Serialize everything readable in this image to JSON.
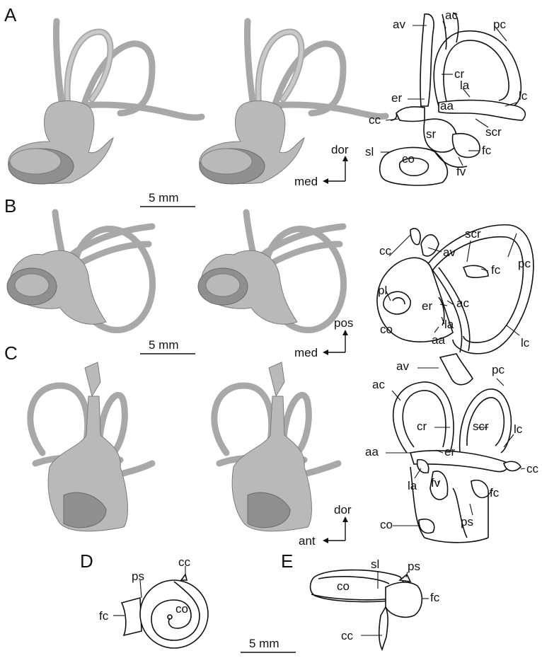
{
  "panels": {
    "A": {
      "letter": "A",
      "scale": "5 mm",
      "axes": {
        "up": "dor",
        "side": "med"
      },
      "labels": {
        "av": "av",
        "ac": "ac",
        "pc": "pc",
        "cr": "cr",
        "er": "er",
        "la": "la",
        "aa": "aa",
        "lc": "lc",
        "cc": "cc",
        "scr": "scr",
        "sr": "sr",
        "fc": "fc",
        "sl": "sl",
        "co": "co",
        "fv": "fv"
      }
    },
    "B": {
      "letter": "B",
      "scale": "5 mm",
      "axes": {
        "up": "pos",
        "side": "med"
      },
      "labels": {
        "scr": "scr",
        "cc": "cc",
        "av": "av",
        "pc": "pc",
        "fc": "fc",
        "pl": "pl",
        "er": "er",
        "ac": "ac",
        "co": "co",
        "la": "la",
        "aa": "aa",
        "lc": "lc"
      }
    },
    "C": {
      "letter": "C",
      "axes": {
        "up": "dor",
        "side": "ant"
      },
      "labels": {
        "av": "av",
        "pc": "pc",
        "ac": "ac",
        "cr": "cr",
        "scr": "scr",
        "lc": "lc",
        "aa": "aa",
        "er": "er",
        "cc": "cc",
        "la": "la",
        "fv": "fv",
        "fc": "fc",
        "co": "co",
        "ps": "ps"
      }
    },
    "D": {
      "letter": "D",
      "labels": {
        "cc": "cc",
        "ps": "ps",
        "fc": "fc",
        "co": "co"
      }
    },
    "E": {
      "letter": "E",
      "labels": {
        "sl": "sl",
        "ps": "ps",
        "co": "co",
        "fc": "fc",
        "cc": "cc"
      }
    },
    "bottom_scale": "5 mm"
  },
  "colors": {
    "render_fill": "#b9b9b9",
    "render_shadow": "#8f8f8f",
    "line": "#111111"
  }
}
